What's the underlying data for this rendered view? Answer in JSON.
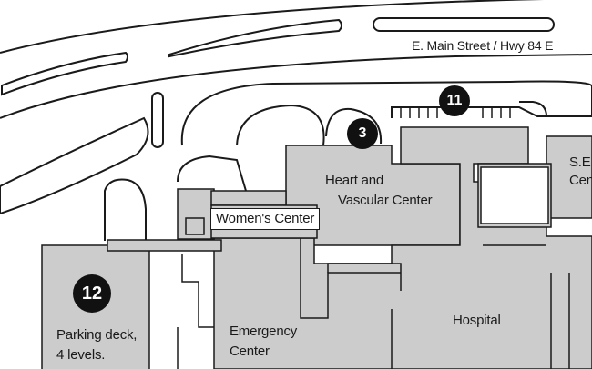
{
  "map": {
    "street_label": "E. Main Street / Hwy 84 E",
    "colors": {
      "building_fill": "#cccccc",
      "outline": "#1a1a1a",
      "background": "#ffffff",
      "marker_fill": "#111111",
      "marker_text": "#ffffff"
    },
    "buildings": [
      {
        "id": "heart",
        "label_line1": "Heart and",
        "label_line2": "Vascular Center"
      },
      {
        "id": "womens",
        "label": "Women's Center"
      },
      {
        "id": "emergency",
        "label_line1": "Emergency",
        "label_line2": "Center"
      },
      {
        "id": "hospital",
        "label": "Hospital"
      },
      {
        "id": "parking",
        "label_line1": "Parking deck,",
        "label_line2": "4 levels."
      },
      {
        "id": "se",
        "label_line1": "S.E",
        "label_line2": "Cen"
      }
    ],
    "markers": [
      {
        "number": "3"
      },
      {
        "number": "11"
      },
      {
        "number": "12"
      }
    ]
  }
}
